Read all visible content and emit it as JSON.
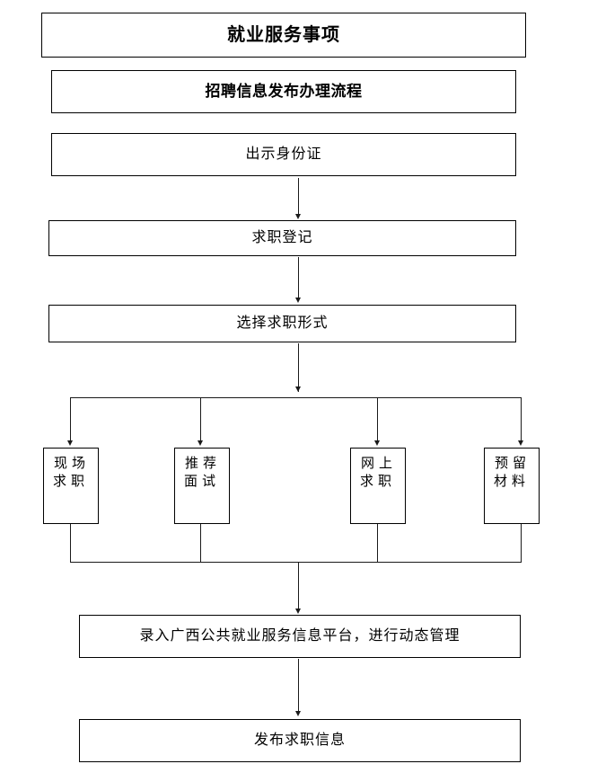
{
  "document": {
    "title": "就业服务事项",
    "subtitle": "招聘信息发布办理流程"
  },
  "flow": {
    "steps": [
      {
        "id": "show-id",
        "label": "出示身份证"
      },
      {
        "id": "job-registration",
        "label": "求职登记"
      },
      {
        "id": "choose-form",
        "label": "选择求职形式"
      }
    ],
    "branches": [
      {
        "id": "onsite-job",
        "line1": "现场",
        "line2": "求职",
        "label": "现场求职"
      },
      {
        "id": "recommend-interview",
        "line1": "推荐",
        "line2": "面试",
        "label": "推荐面试"
      },
      {
        "id": "online-job",
        "line1": "网上",
        "line2": "求职",
        "label": "网上求职"
      },
      {
        "id": "reserve-materials",
        "line1": "预留",
        "line2": "材料",
        "label": "预留材料"
      }
    ],
    "final_steps": [
      {
        "id": "enter-platform",
        "label": "录入广西公共就业服务信息平台，进行动态管理"
      },
      {
        "id": "publish-info",
        "label": "发布求职信息"
      }
    ]
  },
  "style": {
    "border_color": "#000000",
    "line_color": "#1a1a1a",
    "background": "#ffffff",
    "text_color": "#000000"
  }
}
